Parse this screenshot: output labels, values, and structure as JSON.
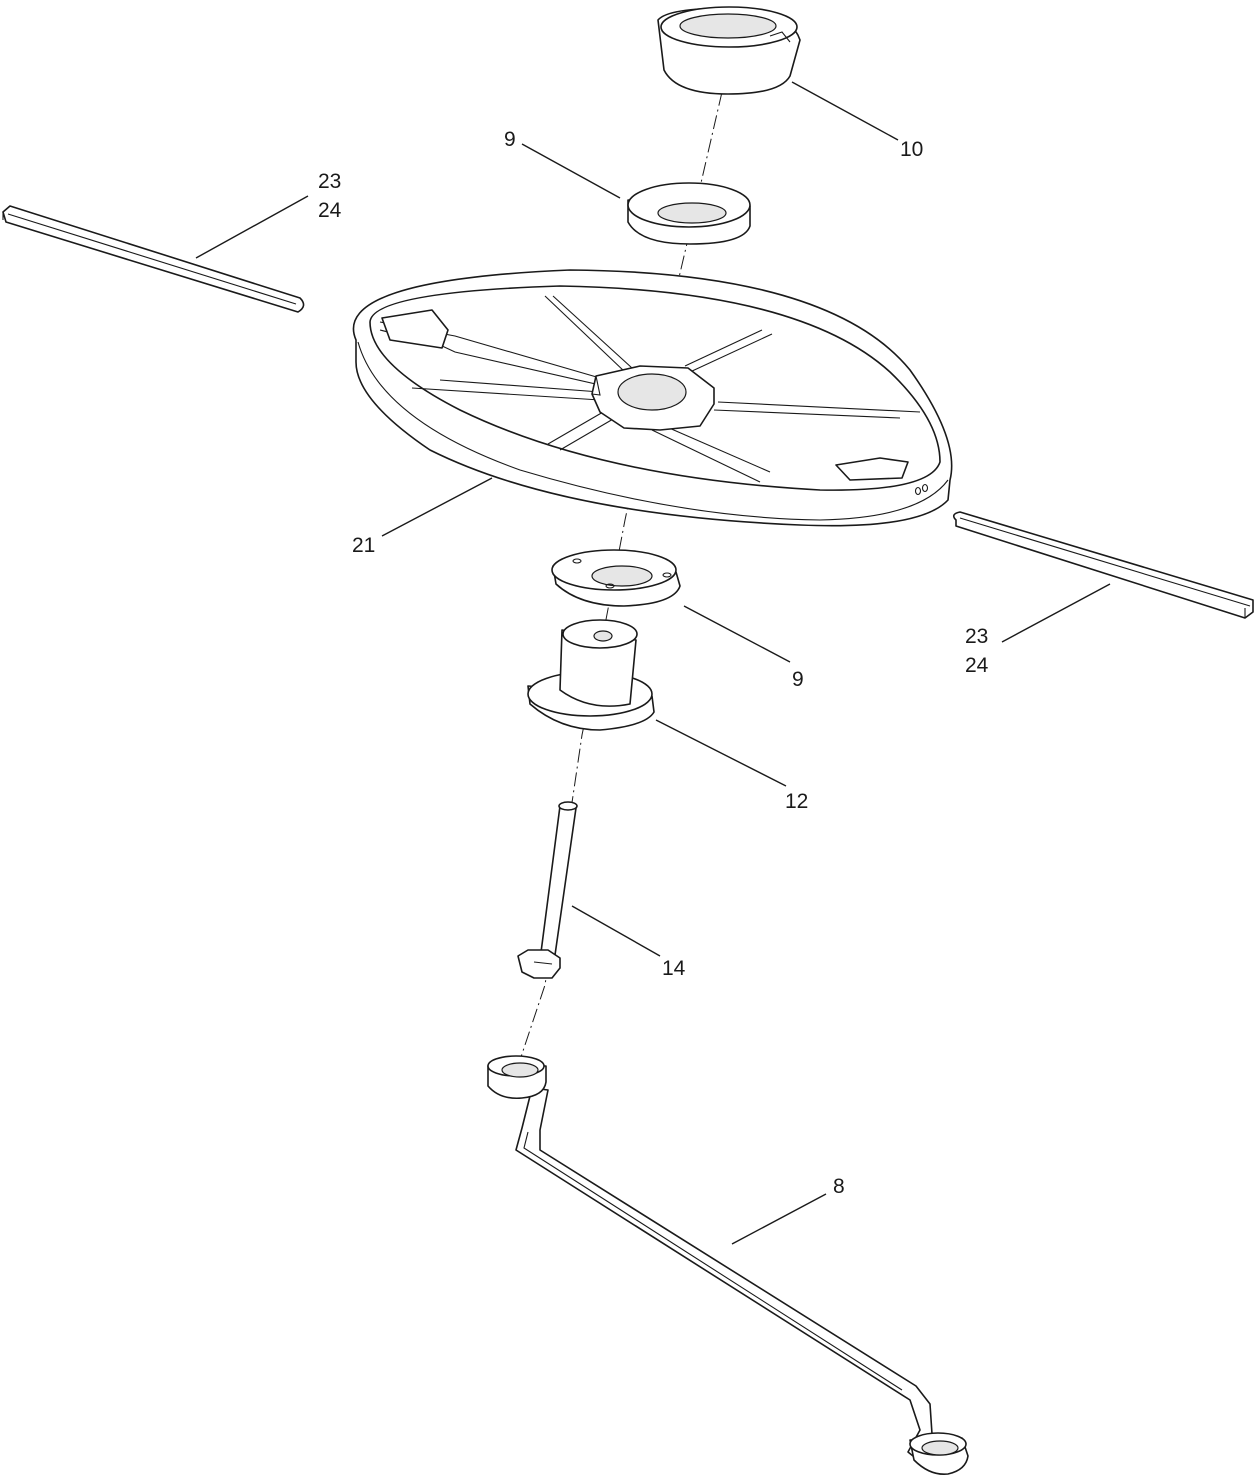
{
  "callouts": {
    "c10": "10",
    "c9_top": "9",
    "c23_left": "23",
    "c24_left": "24",
    "c21": "21",
    "c9_bottom": "9",
    "c23_right": "23",
    "c24_right": "24",
    "c12": "12",
    "c14": "14",
    "c8": "8"
  }
}
